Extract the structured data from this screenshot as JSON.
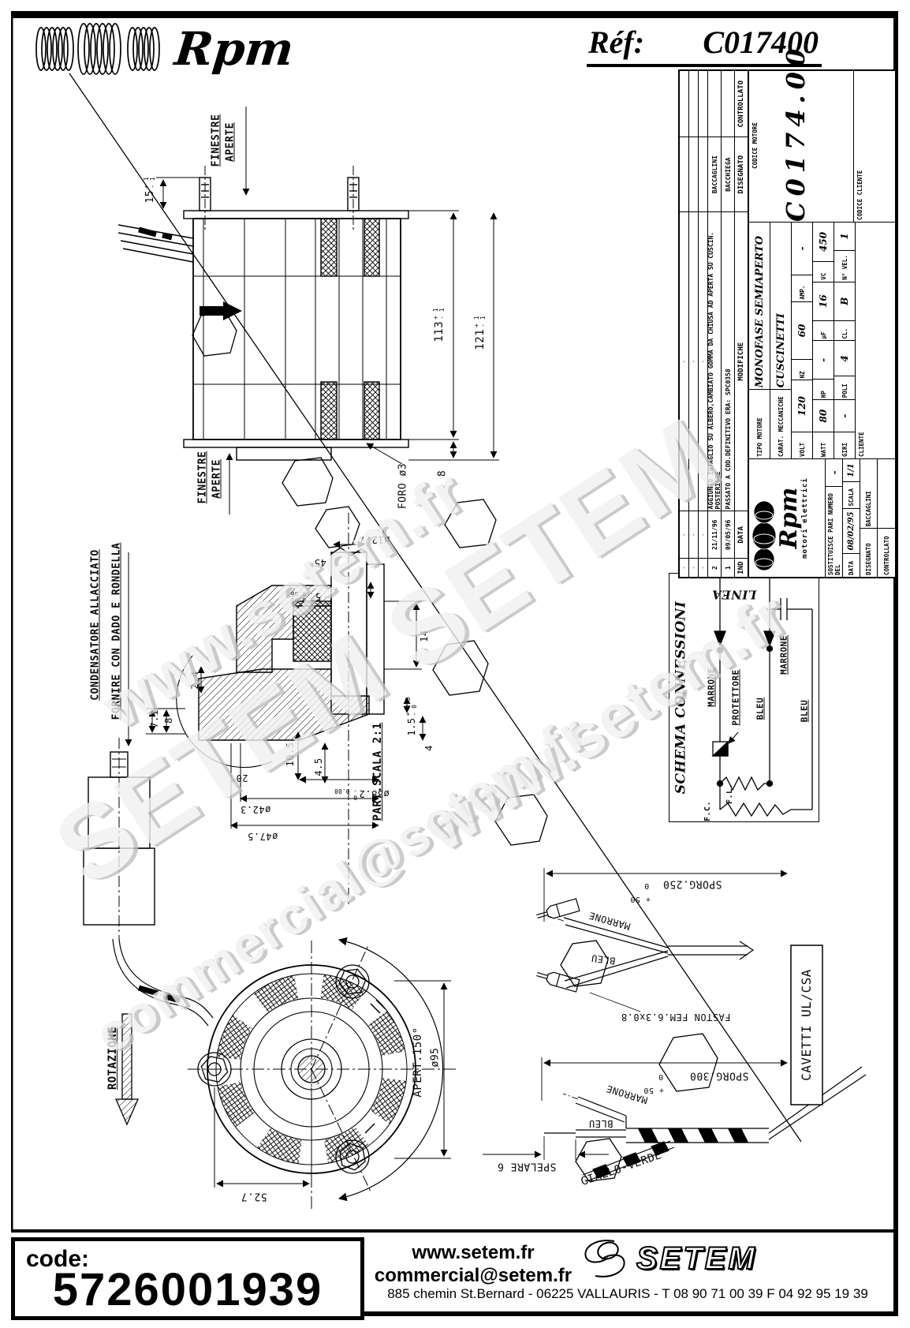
{
  "header": {
    "brand": "Rpm",
    "ref_label": "Réf:",
    "ref_value": "C017400"
  },
  "watermarks": {
    "w1": "www.setem.fr",
    "w2": "SETEM",
    "w3": "commercial@setem.fr",
    "w4": "SETEM",
    "w5": "www.setem.fr"
  },
  "drawing": {
    "finestre_line1": "FINESTRE",
    "finestre_line2": "APERTE",
    "dim15": {
      "v": "15",
      "tp": "+ 1",
      "tm": "- 1"
    },
    "dim113": {
      "v": "113",
      "tp": "+ 1",
      "tm": "- 1"
    },
    "dim121": {
      "v": "121",
      "tp": "+ 1",
      "tm": "- 1"
    },
    "dim8": "8",
    "foro": "FORO ø3",
    "d12_7": "ø12.7",
    "d45": "45",
    "d5": {
      "v": "5",
      "tp": "+ 0.02",
      "tm": "- 0.06"
    },
    "d2_4": "2.4",
    "d7_1": "7.1",
    "d8b": "8",
    "d10_5": "10.5",
    "d4_5": "4.5",
    "d20": "20°",
    "d38_2": {
      "v": "ø38.2",
      "tp": "0",
      "tm": "- 0.08"
    },
    "d42_3": "ø42.3",
    "d47_5": "ø47.5",
    "d14": "14",
    "d1_5": {
      "v": "1.5",
      "tp": "+ 0.5",
      "tm": "- 0"
    },
    "d4": "4",
    "part_scala": "PART.SCALA 2:1",
    "condensatore1": "CONDENSATORE ALLACCIATO",
    "condensatore2": "FORNIRE CON DADO E RONDELLA",
    "rotazione": "ROTAZIONE",
    "d52_7": "52.7",
    "apert": "APERT.150°",
    "d95": "ø95",
    "sporg250": "SPORG.250",
    "sporg300": "SPORG.300",
    "tol0": "0",
    "tol50": "+ 50",
    "marrone": "MARRONE",
    "bleu": "BLEU",
    "faston": "FASTON FEM.6.3x0.8",
    "giallo_verde": "GIALLO-VERDE",
    "spelare": "SPELARE 6",
    "cavetti": "CAVETTI UL/CSA"
  },
  "schema": {
    "title": "SCHEMA CONNESSIONI",
    "linea": "LINEA",
    "marrone": "MARRONE",
    "protettore": "PROTETTORE",
    "bleu": "BLEU",
    "fl": "F.L.",
    "fc": "F.C."
  },
  "title_block": {
    "revisions": [
      {
        "ind": "-",
        "data": "-",
        "modifiche": "-",
        "disegnato": "",
        "controllato": ""
      },
      {
        "ind": "-",
        "data": "-",
        "modifiche": "-",
        "disegnato": "",
        "controllato": ""
      },
      {
        "ind": "-",
        "data": "-",
        "modifiche": "-",
        "disegnato": "",
        "controllato": ""
      },
      {
        "ind": "2",
        "data": "21/11/96",
        "modifiche": "AGGIUNTO INTAGLIO SU ALBERO,CAMBIATO GOMMA DA CHIUSA AD APERTA SU CUSCIN. POSTERIORE",
        "disegnato": "BACCAGLINI",
        "controllato": ""
      },
      {
        "ind": "1",
        "data": "09/05/96",
        "modifiche": "PASSATO A COD.DEFINITIVO ERA: SPC0358",
        "disegnato": "BACCHIEGA",
        "controllato": ""
      }
    ],
    "rev_header": {
      "ind": "IND",
      "data": "DATA",
      "modifiche": "MODIFICHE",
      "disegnato": "DISEGNATO",
      "controllato": "CONTROLLATO"
    },
    "logo_brand": "Rpm",
    "logo_tagline": "motori elettrici",
    "sostituisce_label": "SOSTITUISCE PARI NUMERO DEL",
    "sostituisce_value": "-",
    "data_label": "DATA",
    "data_value": "08/02/95",
    "scala_label": "SCALA",
    "scala_value": "1/1",
    "disegnato_label": "DISEGNATO",
    "disegnato_value": "BACCAGLINI",
    "controllato_label": "CONTROLLATO",
    "controllato_value": "",
    "tipo_label": "TIPO MOTORE",
    "tipo_value": "MONOFASE SEMIAPERTO",
    "carat_label": "CARAT. MECCANICHE",
    "carat_value": "CUSCINETTI",
    "volt": {
      "l": "VOLT",
      "v": "120"
    },
    "hz": {
      "l": "HZ",
      "v": "60"
    },
    "amp": {
      "l": "AMP.",
      "v": "-"
    },
    "watt": {
      "l": "WATT",
      "v": "80"
    },
    "hp": {
      "l": "HP",
      "v": "-"
    },
    "uf": {
      "l": "µF",
      "v": "16"
    },
    "vc": {
      "l": "VC",
      "v": "450"
    },
    "giri": {
      "l": "GIRI",
      "v": "-"
    },
    "poli": {
      "l": "POLI",
      "v": "4"
    },
    "cl": {
      "l": "CL.",
      "v": "B"
    },
    "nvel": {
      "l": "N° VEL.",
      "v": "1"
    },
    "cliente_label": "CLIENTE",
    "codice_motore_label": "CODICE MOTORE",
    "codice_motore_value": "C0174.00",
    "codice_cliente_label": "CODICE CLIENTE"
  },
  "footer": {
    "code_label": "code:",
    "code_value": "5726001939",
    "site": "www.setem.fr",
    "email": "commercial@setem.fr",
    "brand": "SETEM",
    "address": "885 chemin St.Bernard  -  06225 VALLAURIS  -  T 08 90 71 00 39   F 04 92 95 19 39"
  }
}
